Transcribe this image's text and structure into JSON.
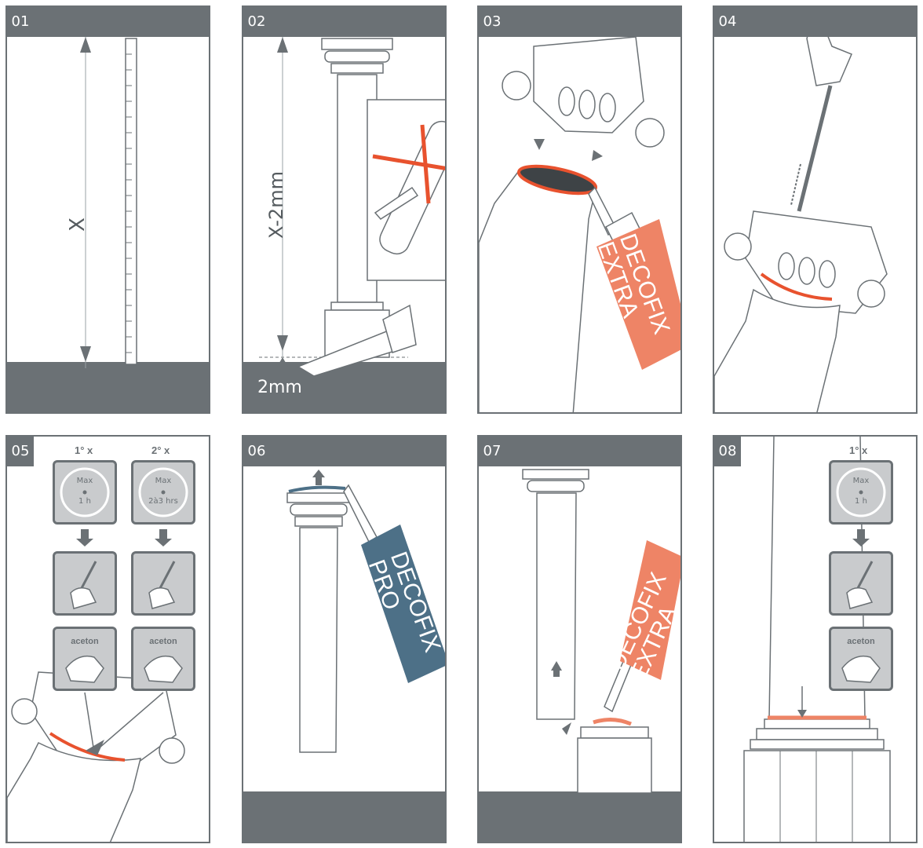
{
  "panels": [
    {
      "number": "01",
      "measure_label": "X"
    },
    {
      "number": "02",
      "measure_label": "X-2mm",
      "offset_label": "2mm"
    },
    {
      "number": "03",
      "product": "DECOFIX\nEXTRA"
    },
    {
      "number": "04"
    },
    {
      "number": "05",
      "pass1": "1° x",
      "pass2": "2° x",
      "clock1_max": "Max",
      "clock1_time": "1 h",
      "clock2_max": "Max",
      "clock2_time": "2à3 hrs",
      "solvent1": "aceton",
      "solvent2": "aceton"
    },
    {
      "number": "06",
      "product": "DECOFIX\nPRO"
    },
    {
      "number": "07",
      "product": "DECOFIX\nEXTRA"
    },
    {
      "number": "08",
      "pass1": "1° x",
      "clock_max": "Max",
      "clock_time": "1 h",
      "solvent": "aceton"
    }
  ],
  "colors": {
    "frame": "#6b7175",
    "orange": "#ee8466",
    "red": "#e8522e",
    "blue": "#4d7087",
    "box": "#c9cbcd"
  }
}
